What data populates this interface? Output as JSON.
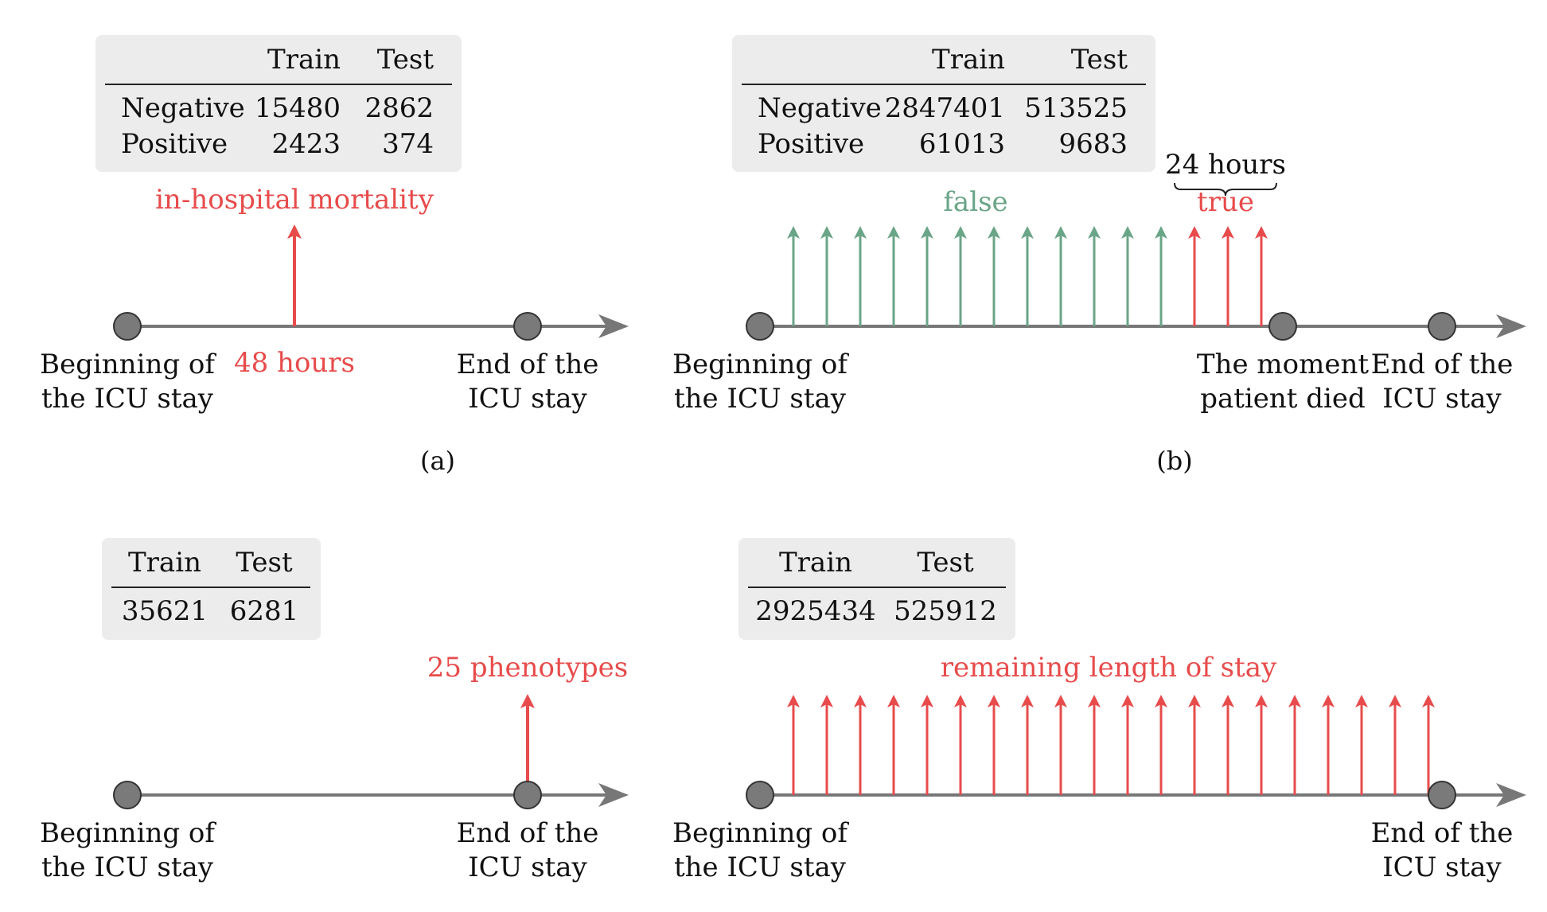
{
  "colors": {
    "red": "#e84b4b",
    "green": "#6aa587",
    "axis": "#777777",
    "node": "#7a7a7a",
    "table_bg": "#ececec",
    "text": "#111111"
  },
  "panel_a": {
    "table": {
      "columns": [
        "",
        "Train",
        "Test"
      ],
      "rows": [
        [
          "Negative",
          "15480",
          "2862"
        ],
        [
          "Positive",
          "2423",
          "374"
        ]
      ]
    },
    "event_label": "in-hospital mortality",
    "event_time_label": "48 hours",
    "start_label": [
      "Beginning of",
      "the ICU stay"
    ],
    "end_label": [
      "End of the",
      "ICU stay"
    ],
    "caption": "(a)"
  },
  "panel_b": {
    "table": {
      "columns": [
        "",
        "Train",
        "Test"
      ],
      "rows": [
        [
          "Negative",
          "2847401",
          "513525"
        ],
        [
          "Positive",
          "61013",
          "9683"
        ]
      ]
    },
    "false_label": "false",
    "true_label": "true",
    "window_label": "24 hours",
    "green_arrow_count": 12,
    "red_arrow_count": 3,
    "start_label": [
      "Beginning of",
      "the ICU stay"
    ],
    "death_label": [
      "The moment",
      "patient died"
    ],
    "end_label": [
      "End of the",
      "ICU stay"
    ],
    "caption": "(b)"
  },
  "panel_c": {
    "table": {
      "columns": [
        "Train",
        "Test"
      ],
      "rows": [
        [
          "35621",
          "6281"
        ]
      ]
    },
    "event_label": "25 phenotypes",
    "start_label": [
      "Beginning of",
      "the ICU stay"
    ],
    "end_label": [
      "End of the",
      "ICU stay"
    ]
  },
  "panel_d": {
    "table": {
      "columns": [
        "Train",
        "Test"
      ],
      "rows": [
        [
          "2925434",
          "525912"
        ]
      ]
    },
    "event_label": "remaining length of stay",
    "red_arrow_count": 20,
    "start_label": [
      "Beginning of",
      "the ICU stay"
    ],
    "end_label": [
      "End of the",
      "ICU stay"
    ]
  }
}
